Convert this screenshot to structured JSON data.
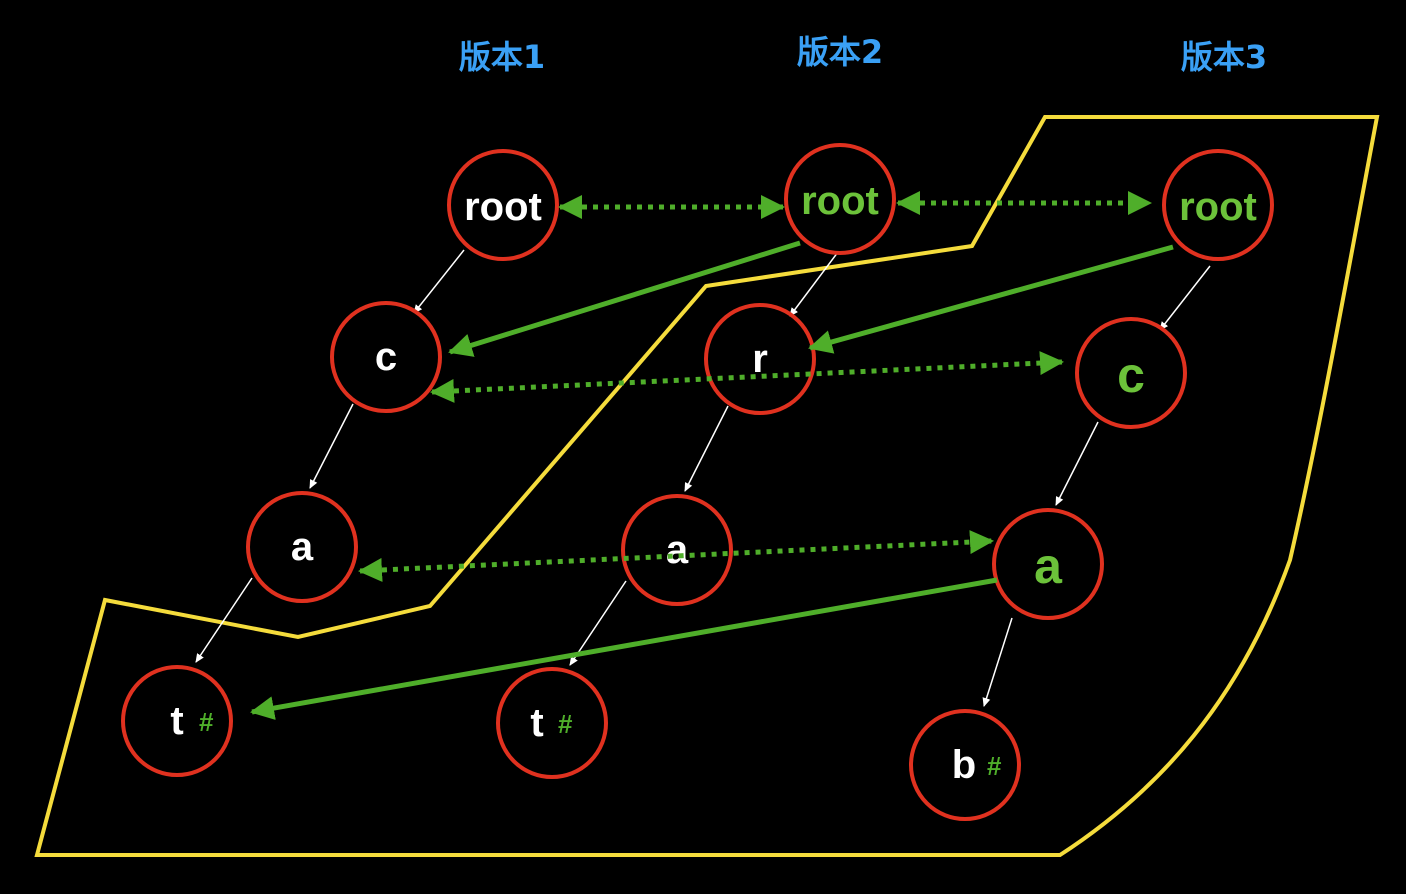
{
  "versions": [
    "版本1",
    "版本2",
    "版本3"
  ],
  "nodes": {
    "v1_root": {
      "label": "root",
      "color": "white"
    },
    "v1_c": {
      "label": "c",
      "color": "white"
    },
    "v1_a": {
      "label": "a",
      "color": "white"
    },
    "v1_t": {
      "label": "t",
      "mark": "#",
      "color": "white"
    },
    "v2_root": {
      "label": "root",
      "color": "green"
    },
    "v2_r": {
      "label": "r",
      "color": "white"
    },
    "v2_a": {
      "label": "a",
      "color": "white"
    },
    "v2_t": {
      "label": "t",
      "mark": "#",
      "color": "white"
    },
    "v3_root": {
      "label": "root",
      "color": "green"
    },
    "v3_c": {
      "label": "c",
      "color": "green"
    },
    "v3_a": {
      "label": "a",
      "color": "green"
    },
    "v3_b": {
      "label": "b",
      "mark": "#",
      "color": "white"
    }
  },
  "colors": {
    "version_label": "#3aa0f5",
    "node_border": "#e0311f",
    "link": "#4fae2a",
    "region": "#f5dc3c",
    "background": "#000000"
  }
}
